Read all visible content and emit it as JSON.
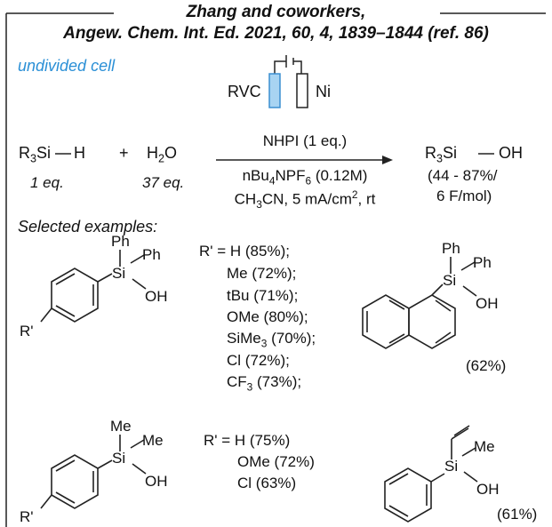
{
  "header": {
    "line1": "Zhang and coworkers,",
    "line2": "Angew. Chem. Int. Ed. 2021, 60, 4, 1839–1844 (ref. 86)"
  },
  "cell": {
    "label": "undivided cell",
    "anode": "RVC",
    "cathode": "Ni",
    "anode_fill": "#a8d4f2",
    "anode_stroke": "#3b8fd1"
  },
  "reaction": {
    "reactant1": {
      "r": "R",
      "sub": "3",
      "rest": "Si",
      "h": "H"
    },
    "plus": "+",
    "reactant2": {
      "h": "H",
      "sub": "2",
      "o": "O"
    },
    "eq1": "1 eq.",
    "eq2": "37 eq.",
    "above_arrow": "NHPI (1 eq.)",
    "below_arrow1": {
      "a": "nBu",
      "sub1": "4",
      "b": "NPF",
      "sub2": "6",
      "c": " (0.12M)"
    },
    "below_arrow2": {
      "a": "CH",
      "sub": "3",
      "b": "CN, 5 mA/cm",
      "sup": "2",
      "c": ", rt"
    },
    "product": {
      "r": "R",
      "sub": "3",
      "rest": "Si",
      "oh": "OH"
    },
    "yield1": "(44 - 87%/",
    "yield2": "6 F/mol)"
  },
  "examples": {
    "heading": "Selected examples:",
    "ex1": {
      "ph1": "Ph",
      "ph2": "Ph",
      "si": "Si",
      "oh": "OH",
      "r": "R'"
    },
    "list1": [
      {
        "pre": "R' = H (85%);",
        "main": "",
        "sub": "",
        "post": ""
      },
      {
        "pre": "",
        "main": "Me (72%);",
        "sub": "",
        "post": ""
      },
      {
        "pre": "",
        "main": "tBu (71%);",
        "sub": "",
        "post": ""
      },
      {
        "pre": "",
        "main": "OMe (80%);",
        "sub": "",
        "post": ""
      },
      {
        "pre": "",
        "main": "SiMe",
        "sub": "3",
        "post": " (70%);"
      },
      {
        "pre": "",
        "main": "Cl (72%);",
        "sub": "",
        "post": ""
      },
      {
        "pre": "",
        "main": "CF",
        "sub": "3",
        "post": " (73%);"
      }
    ],
    "ex2": {
      "ph1": "Ph",
      "ph2": "Ph",
      "si": "Si",
      "oh": "OH",
      "yield": "(62%)"
    },
    "ex3": {
      "me1": "Me",
      "me2": "Me",
      "si": "Si",
      "oh": "OH",
      "r": "R'"
    },
    "list2": [
      "R' = H (75%)",
      "OMe (72%)",
      "Cl (63%)"
    ],
    "ex4": {
      "me": "Me",
      "si": "Si",
      "oh": "OH",
      "yield": "(61%)"
    }
  }
}
